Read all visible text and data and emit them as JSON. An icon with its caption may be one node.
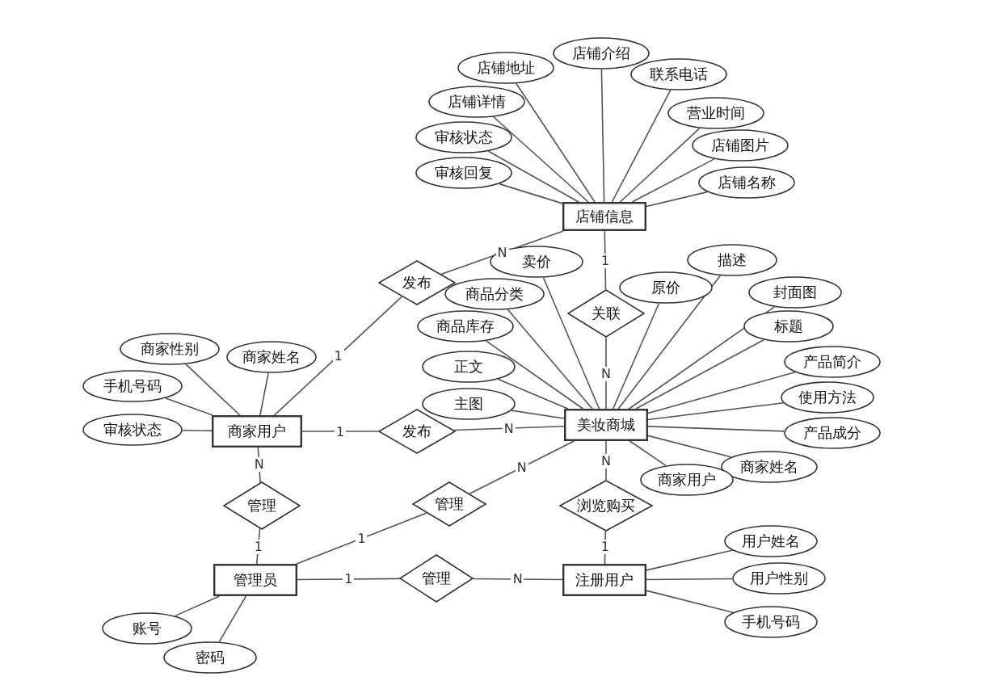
{
  "diagram": {
    "nodes": [
      {
        "text": [
          "店铺介绍"
        ]
      },
      {
        "text": [
          "店铺地址"
        ]
      },
      {
        "text": [
          "联系电话"
        ]
      },
      {
        "text": [
          "店铺详情"
        ]
      },
      {
        "text": [
          "营业时间"
        ]
      },
      {
        "text": [
          "审核状态"
        ]
      },
      {
        "text": [
          "店铺图片"
        ]
      },
      {
        "text": [
          "审核回复"
        ]
      },
      {
        "text": [
          "店铺名称"
        ]
      },
      {
        "text": [
          "店铺信息"
        ]
      },
      {
        "text": [
          "卖价"
        ]
      },
      {
        "text": [
          "描述"
        ]
      },
      {
        "text": [
          "发布"
        ]
      },
      {
        "text": [
          "原价"
        ]
      },
      {
        "text": [
          "商品分类"
        ]
      },
      {
        "text": [
          "封面图"
        ]
      },
      {
        "text": [
          "关联"
        ]
      },
      {
        "text": [
          "商品库存"
        ]
      },
      {
        "text": [
          "标题"
        ]
      },
      {
        "text": [
          "商家性别"
        ]
      },
      {
        "text": [
          "商家姓名"
        ]
      },
      {
        "text": [
          "正文"
        ]
      },
      {
        "text": [
          "产品简介"
        ]
      },
      {
        "text": [
          "手机号码"
        ]
      },
      {
        "text": [
          "主图"
        ]
      },
      {
        "text": [
          "使用方法"
        ]
      },
      {
        "text": [
          "审核状态"
        ]
      },
      {
        "text": [
          "商家用户"
        ]
      },
      {
        "text": [
          "发布"
        ]
      },
      {
        "text": [
          "美妆商城"
        ]
      },
      {
        "text": [
          "产品成分"
        ]
      },
      {
        "text": [
          "商家姓名"
        ]
      },
      {
        "text": [
          "商家用户"
        ]
      },
      {
        "text": [
          "管理"
        ]
      },
      {
        "text": [
          "管理"
        ]
      },
      {
        "text": [
          "浏览购买"
        ]
      },
      {
        "text": [
          "用户姓名"
        ]
      },
      {
        "text": [
          "管理员"
        ]
      },
      {
        "text": [
          "管理"
        ]
      },
      {
        "text": [
          "注册用户"
        ]
      },
      {
        "text": [
          "用户性别"
        ]
      },
      {
        "text": [
          "手机号码"
        ]
      },
      {
        "text": [
          "账号"
        ]
      },
      {
        "text": [
          "密码"
        ]
      }
    ],
    "edges": [
      {
        "from": 0,
        "to": 9,
        "arrow": "none"
      },
      {
        "from": 1,
        "to": 9,
        "arrow": "none"
      },
      {
        "from": 2,
        "to": 9,
        "arrow": "none"
      },
      {
        "from": 3,
        "to": 9,
        "arrow": "none"
      },
      {
        "from": 4,
        "to": 9,
        "arrow": "none"
      },
      {
        "from": 5,
        "to": 9,
        "arrow": "none"
      },
      {
        "from": 6,
        "to": 9,
        "arrow": "none"
      },
      {
        "from": 7,
        "to": 9,
        "arrow": "none"
      },
      {
        "from": 8,
        "to": 9,
        "arrow": "none"
      },
      {
        "from": 10,
        "to": 29,
        "arrow": "none"
      },
      {
        "from": 11,
        "to": 29,
        "arrow": "none"
      },
      {
        "from": 13,
        "to": 29,
        "arrow": "none"
      },
      {
        "from": 14,
        "to": 29,
        "arrow": "none"
      },
      {
        "from": 15,
        "to": 29,
        "arrow": "none"
      },
      {
        "from": 17,
        "to": 29,
        "arrow": "none"
      },
      {
        "from": 18,
        "to": 29,
        "arrow": "none"
      },
      {
        "from": 21,
        "to": 29,
        "arrow": "none"
      },
      {
        "from": 22,
        "to": 29,
        "arrow": "none"
      },
      {
        "from": 24,
        "to": 29,
        "arrow": "none"
      },
      {
        "from": 25,
        "to": 29,
        "arrow": "none"
      },
      {
        "from": 30,
        "to": 29,
        "arrow": "none"
      },
      {
        "from": 31,
        "to": 29,
        "arrow": "none"
      },
      {
        "from": 32,
        "to": 29,
        "arrow": "none"
      },
      {
        "from": 19,
        "to": 27,
        "arrow": "none"
      },
      {
        "from": 20,
        "to": 27,
        "arrow": "none"
      },
      {
        "from": 23,
        "to": 27,
        "arrow": "none"
      },
      {
        "from": 26,
        "to": 27,
        "arrow": "none"
      },
      {
        "from": 42,
        "to": 37,
        "arrow": "none"
      },
      {
        "from": 43,
        "to": 37,
        "arrow": "none"
      },
      {
        "from": 36,
        "to": 39,
        "arrow": "none"
      },
      {
        "from": 40,
        "to": 39,
        "arrow": "none"
      },
      {
        "from": 41,
        "to": 39,
        "arrow": "none"
      },
      {
        "from": 27,
        "to": 12,
        "arrow": "none",
        "label": "1"
      },
      {
        "from": 12,
        "to": 9,
        "arrow": "none",
        "label": "N"
      },
      {
        "from": 9,
        "to": 16,
        "arrow": "none",
        "label": "1"
      },
      {
        "from": 16,
        "to": 29,
        "arrow": "none",
        "label": "N"
      },
      {
        "from": 27,
        "to": 28,
        "arrow": "none",
        "label": "1"
      },
      {
        "from": 28,
        "to": 29,
        "arrow": "none",
        "label": "N"
      },
      {
        "from": 27,
        "to": 33,
        "arrow": "none",
        "label": "N"
      },
      {
        "from": 33,
        "to": 37,
        "arrow": "none",
        "label": "1"
      },
      {
        "from": 37,
        "to": 34,
        "arrow": "none",
        "label": "1"
      },
      {
        "from": 34,
        "to": 29,
        "arrow": "none",
        "label": "N"
      },
      {
        "from": 29,
        "to": 35,
        "arrow": "none",
        "label": "N"
      },
      {
        "from": 35,
        "to": 39,
        "arrow": "none",
        "label": "1"
      },
      {
        "from": 37,
        "to": 38,
        "arrow": "none",
        "label": "1"
      },
      {
        "from": 38,
        "to": 39,
        "arrow": "none",
        "label": "N"
      }
    ]
  }
}
